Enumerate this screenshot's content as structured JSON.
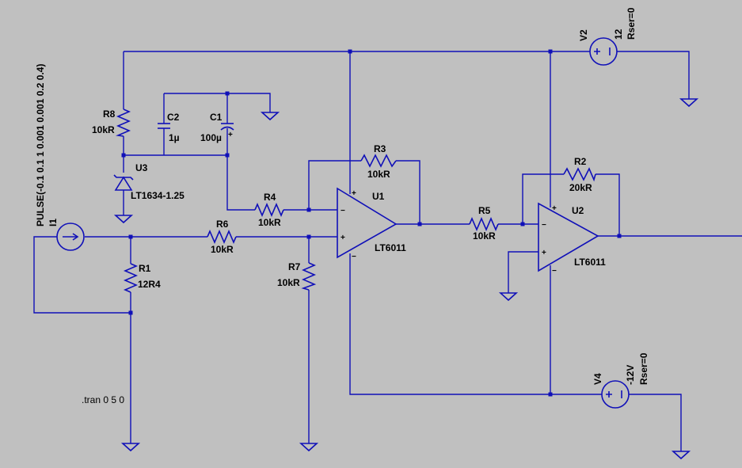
{
  "components": {
    "r8": {
      "ref": "R8",
      "value": "10kR"
    },
    "c2": {
      "ref": "C2",
      "value": "1µ"
    },
    "c1": {
      "ref": "C1",
      "value": "100µ"
    },
    "u3": {
      "ref": "U3",
      "model": "LT1634-1.25"
    },
    "r3": {
      "ref": "R3",
      "value": "10kR"
    },
    "r4": {
      "ref": "R4",
      "value": "10kR"
    },
    "u1": {
      "ref": "U1",
      "model": "LT6011"
    },
    "r6": {
      "ref": "R6",
      "value": "10kR"
    },
    "r1": {
      "ref": "R1",
      "value": "12R4"
    },
    "r7": {
      "ref": "R7",
      "value": "10kR"
    },
    "r5": {
      "ref": "R5",
      "value": "10kR"
    },
    "r2": {
      "ref": "R2",
      "value": "20kR"
    },
    "u2": {
      "ref": "U2",
      "model": "LT6011"
    },
    "v2": {
      "ref": "V2",
      "value": "12",
      "param": "Rser=0"
    },
    "v4": {
      "ref": "V4",
      "value": "-12V",
      "param": "Rser=0"
    },
    "i1": {
      "ref": "I1",
      "value": "PULSE(-0.1 0.1 1 0.001 0.001 0.2 0.4)"
    }
  },
  "pin_signs": {
    "plus": "+",
    "minus": "−"
  },
  "directive": ".tran 0 5 0"
}
